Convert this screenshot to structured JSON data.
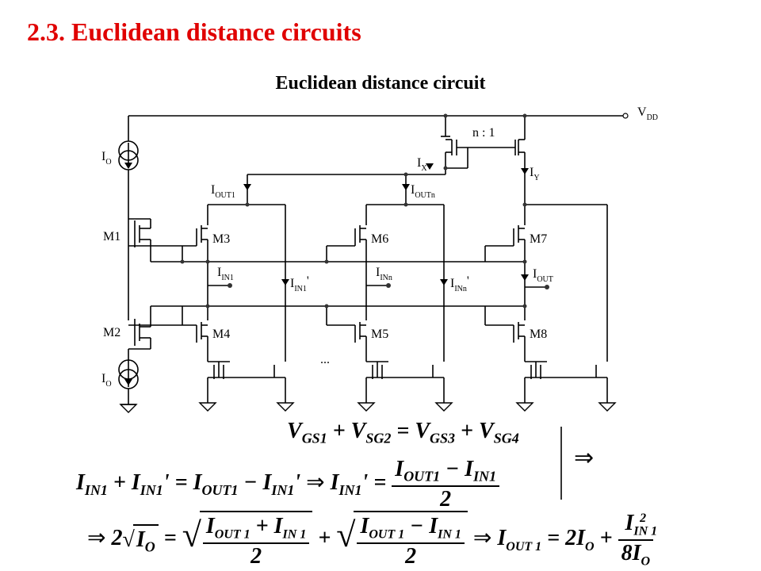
{
  "slide_title": "2.3. Euclidean distance circuits",
  "subtitle": "Euclidean distance circuit",
  "circuit": {
    "vdd": {
      "main": "V",
      "sub": "DD"
    },
    "ratio": "n : 1",
    "labels": {
      "io_top": {
        "main": "I",
        "sub": "O"
      },
      "io_bottom": {
        "main": "I",
        "sub": "O"
      },
      "ix": {
        "main": "I",
        "sub": "X"
      },
      "iy": {
        "main": "I",
        "sub": "Y"
      },
      "iout1": {
        "main": "I",
        "sub": "OUT1"
      },
      "ioutn": {
        "main": "I",
        "sub": "OUTn"
      },
      "iin1": {
        "main": "I",
        "sub": "IN1"
      },
      "iin1p": {
        "main": "I",
        "sub": "IN1",
        "prime": "'"
      },
      "iinn": {
        "main": "I",
        "sub": "INn"
      },
      "iinnp": {
        "main": "I",
        "sub": "INn",
        "prime": "'"
      },
      "iout": {
        "main": "I",
        "sub": "OUT"
      }
    },
    "transistors": [
      "M1",
      "M2",
      "M3",
      "M4",
      "M5",
      "M6",
      "M7",
      "M8"
    ],
    "ellipsis": "..."
  },
  "equations": {
    "eq1": {
      "l1": "V",
      "s1": "GS1",
      "p1": "+",
      "l2": "V",
      "s2": "SG2",
      "eq": "=",
      "l3": "V",
      "s3": "GS3",
      "p2": "+",
      "l4": "V",
      "s4": "SG4"
    },
    "implies": "⇒",
    "eq2": {
      "a": "I",
      "as": "IN1",
      "plus": "+",
      "b": "I",
      "bs": "IN1",
      "bp": "'",
      "eq": "=",
      "c": "I",
      "cs": "OUT1",
      "minus": "−",
      "d": "I",
      "ds": "IN1",
      "dp": "'",
      "arrow": "⇒",
      "e": "I",
      "es": "IN1",
      "ep": "'",
      "eq2": "=",
      "num": {
        "a": "I",
        "as": "OUT1",
        "op": "−",
        "b": "I",
        "bs": "IN1"
      },
      "den": "2"
    },
    "eq3": {
      "arrow": "⇒",
      "coef": "2",
      "io": "I",
      "ios": "O",
      "eq": "=",
      "sq1": {
        "a": "I",
        "as": "OUT 1",
        "op": "+",
        "b": "I",
        "bs": "IN 1",
        "den": "2"
      },
      "plus": "+",
      "sq2": {
        "a": "I",
        "as": "OUT 1",
        "op": "−",
        "b": "I",
        "bs": "IN 1",
        "den": "2"
      },
      "arrow2": "⇒",
      "r": "I",
      "rs": "OUT 1",
      "eq2": "=",
      "k": "2I",
      "ks": "O",
      "plus2": "+",
      "fr": {
        "num": "I",
        "nums": "IN 1",
        "nsup": "2",
        "den": "8I",
        "dens": "O"
      }
    }
  }
}
